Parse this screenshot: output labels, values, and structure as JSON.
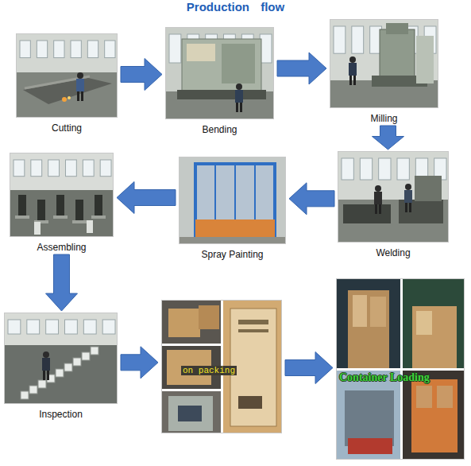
{
  "diagram": {
    "title": "Production flow",
    "nodes": [
      {
        "text": [
          "Cutting"
        ]
      },
      {
        "text": [
          "Bending"
        ]
      },
      {
        "text": [
          "Milling"
        ]
      },
      {
        "text": [
          "Welding"
        ]
      },
      {
        "text": [
          "Spray Painting"
        ]
      },
      {
        "text": [
          "Assembling"
        ]
      },
      {
        "text": [
          "Inspection"
        ]
      },
      {
        "text": [
          "on packing"
        ]
      },
      {
        "text": [
          "Container Loading"
        ]
      }
    ],
    "edges": [
      {
        "from": 0,
        "to": 1,
        "arrow": "to"
      },
      {
        "from": 1,
        "to": 2,
        "arrow": "to"
      },
      {
        "from": 2,
        "to": 3,
        "arrow": "to"
      },
      {
        "from": 3,
        "to": 4,
        "arrow": "to"
      },
      {
        "from": 4,
        "to": 5,
        "arrow": "to"
      },
      {
        "from": 5,
        "to": 6,
        "arrow": "to"
      },
      {
        "from": 6,
        "to": 7,
        "arrow": "to"
      },
      {
        "from": 7,
        "to": 8,
        "arrow": "to"
      }
    ]
  }
}
